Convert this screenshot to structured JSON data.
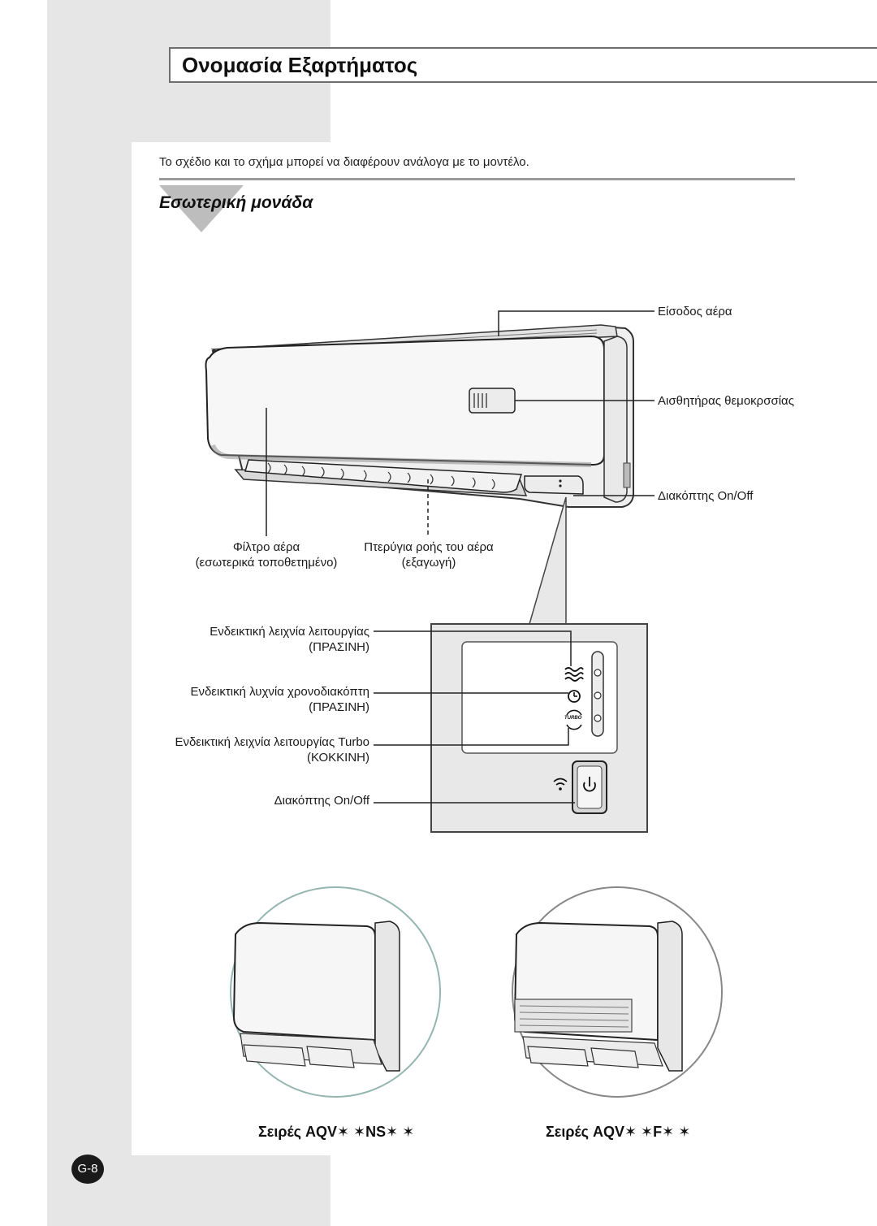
{
  "title": "Ονομασία Εξαρτήματος",
  "note": "Το σχέδιο και το σχήμα μπορεί να διαφέρουν ανάλογα με το μοντέλο.",
  "section": "Εσωτερική μονάδα",
  "labels": {
    "air_inlet": "Είσοδος αέρα",
    "temp_sensor": "Αισθητήρας θεμοκρσσίας",
    "on_off_switch": "Διακόπτης On/Off",
    "air_filter_line1": "Φίλτρο αέρα",
    "air_filter_line2": "(εσωτερικά τοποθετημένο)",
    "air_flap_line1": "Πτερύγια ροής του αέρα",
    "air_flap_line2": "(εξαγωγή)"
  },
  "panel_labels": {
    "operation_line1": "Ενδεικτική λειχνία λειτουργίας",
    "operation_line2": "(ΠΡΑΣΙΝΗ)",
    "timer_line1": "Ενδεικτική λυχνία χρονοδιακόπτη",
    "timer_line2": "(ΠΡΑΣΙΝΗ)",
    "turbo_line1": "Ενδεικτική λειχνία λειτουργίας Turbo",
    "turbo_line2": "(ΚΟΚΚΙΝΗ)",
    "on_off": "Διακόπτης On/Off",
    "turbo_icon_text": "TURBO"
  },
  "series": {
    "left": "Σειρές  AQV✶ ✶NS✶ ✶",
    "right": "Σειρές  AQV✶ ✶F✶ ✶"
  },
  "page_number": "G-8"
}
